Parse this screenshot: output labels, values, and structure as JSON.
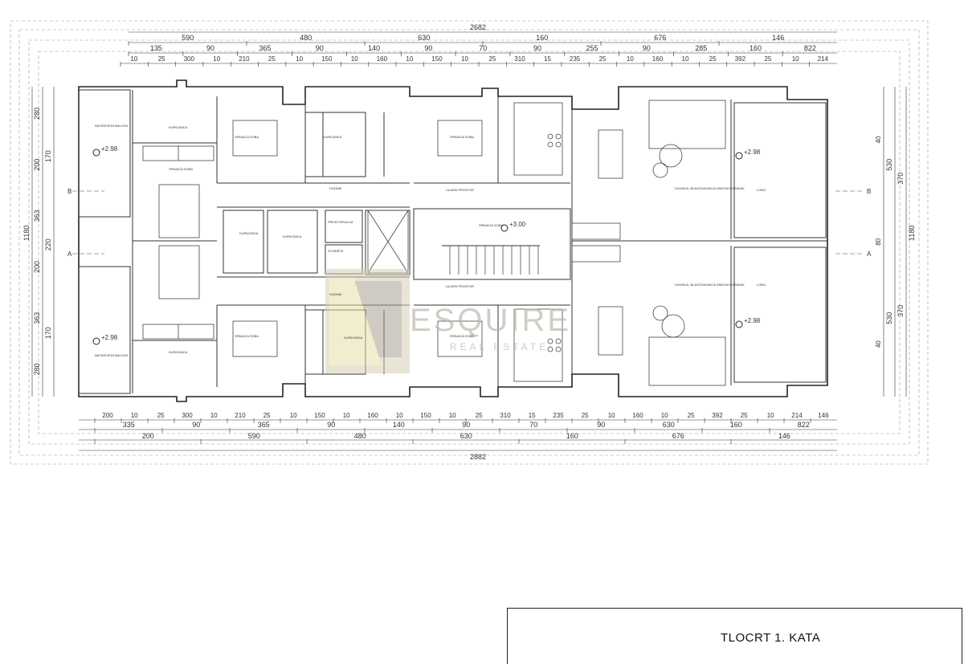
{
  "title": "TLOCRT 1. KATA",
  "watermark": {
    "brand": "ESQUIRE",
    "sub": "REAL ESTATE"
  },
  "dims": {
    "top_overall": "2682",
    "top_row1": [
      "590",
      "480",
      "630",
      "160",
      "676",
      "146"
    ],
    "top_row2": [
      "135",
      "90",
      "365",
      "90",
      "140",
      "90",
      "70",
      "90",
      "255",
      "90",
      "285",
      "160",
      "822"
    ],
    "top_row3": [
      "10",
      "25",
      "300",
      "10",
      "210",
      "25",
      "10",
      "150",
      "10",
      "160",
      "10",
      "150",
      "10",
      "25",
      "310",
      "15",
      "235",
      "25",
      "10",
      "160",
      "10",
      "25",
      "392",
      "25",
      "10",
      "214"
    ],
    "bottom_row1": [
      "200",
      "10",
      "25",
      "300",
      "10",
      "210",
      "25",
      "10",
      "150",
      "10",
      "160",
      "10",
      "150",
      "10",
      "25",
      "310",
      "15",
      "235",
      "25",
      "10",
      "160",
      "10",
      "25",
      "392",
      "25",
      "10",
      "214",
      "146"
    ],
    "bottom_row2": [
      "335",
      "90",
      "365",
      "90",
      "140",
      "90",
      "70",
      "90",
      "630",
      "160",
      "822"
    ],
    "bottom_row3": [
      "200",
      "590",
      "480",
      "630",
      "160",
      "676",
      "146"
    ],
    "bottom_overall": "2882",
    "left_overall": "1180",
    "left_a": [
      "280",
      "200",
      "363",
      "200",
      "363",
      "280"
    ],
    "left_b": [
      "170",
      "220",
      "170"
    ],
    "right_overall": "1180",
    "right_a": [
      "530",
      "530"
    ],
    "right_b": [
      "370",
      "370"
    ],
    "right_c": [
      "40",
      "80",
      "40"
    ]
  },
  "sections": {
    "a": "A",
    "b": "B"
  },
  "levels": [
    "+2.98",
    "+2.98",
    "+3.00",
    "+2.98",
    "+2.98"
  ],
  "rooms": [
    "NATKRIVENI BALKON",
    "KUPAONICA",
    "SPAVAĆA SOBA",
    "SPAVAĆA SOBA",
    "KUPAONICA",
    "HODNIK",
    "SPAVAĆA SOBA",
    "ULAZNI PROSTOR",
    "KUHINJA, BLAGOVAONICA DNEVNI BORAVAK",
    "LOĐA",
    "KUPAONICA",
    "KUPAONICA",
    "PROSTORIJA ZA",
    "STUBIŠTE",
    "SPAVAĆA SOBA",
    "HODNIK",
    "ULAZNI PROSTOR",
    "SPAVAĆA SOBA",
    "KUHINJA, BLAGOVAONICA DNEVNI BORAVAK",
    "LOĐA",
    "NATKRIVENI BALKON",
    "KUPAONICA",
    "SPAVAĆA SOBA",
    "KUPAONICA"
  ]
}
